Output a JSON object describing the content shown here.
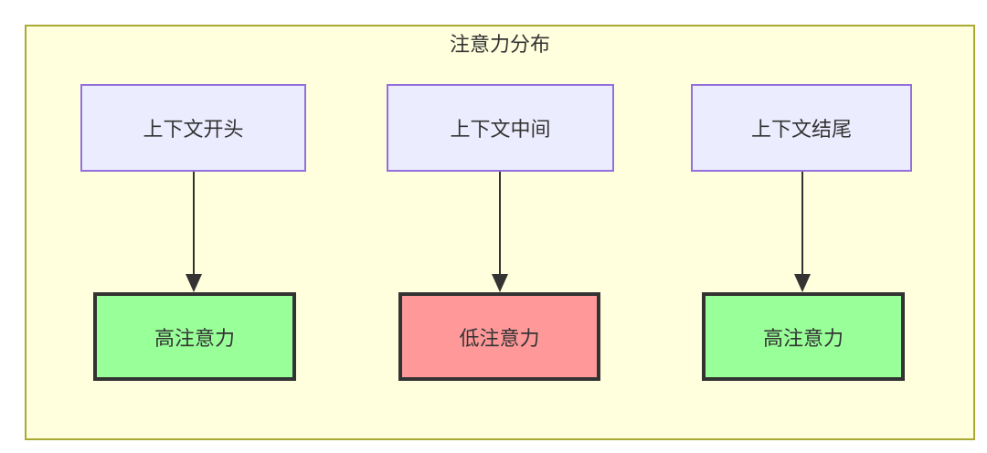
{
  "diagram": {
    "title": "注意力分布",
    "columns": [
      {
        "id": "start",
        "top_label": "上下文开头",
        "bottom_label": "高注意力",
        "attention_level": "high"
      },
      {
        "id": "middle",
        "top_label": "上下文中间",
        "bottom_label": "低注意力",
        "attention_level": "low"
      },
      {
        "id": "end",
        "top_label": "上下文结尾",
        "bottom_label": "高注意力",
        "attention_level": "high"
      }
    ],
    "colors": {
      "container_fill": "#ffffde",
      "container_border": "#aaaa33",
      "context_fill": "#ececff",
      "context_border": "#9370db",
      "high_fill": "#99ff99",
      "low_fill": "#ff9999",
      "result_border": "#333333",
      "arrow": "#333333",
      "text": "#333333"
    }
  }
}
